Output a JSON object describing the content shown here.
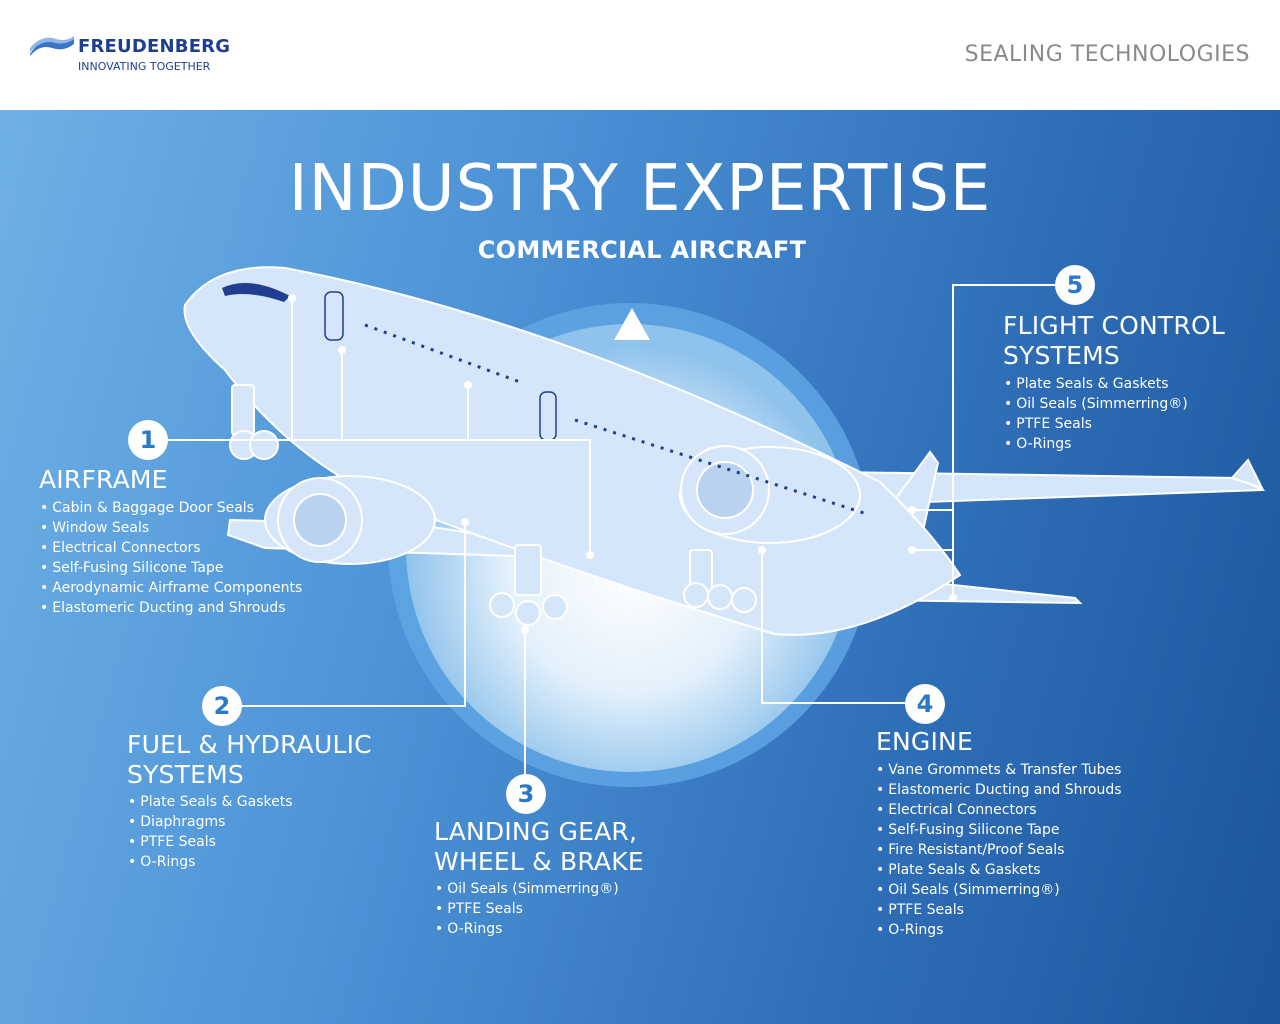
{
  "header": {
    "brand_name": "FREUDENBERG",
    "brand_tagline": "INNOVATING TOGETHER",
    "division": "SEALING TECHNOLOGIES"
  },
  "colors": {
    "brand_blue": "#1f3e8f",
    "background_light": "#6eb0e6",
    "background_dark": "#1b559a",
    "badge_text": "#2a78c7"
  },
  "title": "INDUSTRY EXPERTISE",
  "subtitle": "COMMERCIAL AIRCRAFT",
  "sections": [
    {
      "number": "1",
      "title_lines": [
        "AIRFRAME"
      ],
      "items": [
        "Cabin & Baggage Door Seals",
        "Window Seals",
        "Electrical Connectors",
        "Self-Fusing Silicone Tape",
        "Aerodynamic Airframe Components",
        "Elastomeric Ducting and Shrouds"
      ]
    },
    {
      "number": "2",
      "title_lines": [
        "FUEL & HYDRAULIC",
        "SYSTEMS"
      ],
      "items": [
        "Plate Seals & Gaskets",
        "Diaphragms",
        "PTFE Seals",
        "O-Rings"
      ]
    },
    {
      "number": "3",
      "title_lines": [
        "LANDING GEAR,",
        "WHEEL & BRAKE"
      ],
      "items": [
        "Oil Seals (Simmerring®)",
        "PTFE Seals",
        "O-Rings"
      ]
    },
    {
      "number": "4",
      "title_lines": [
        "ENGINE"
      ],
      "items": [
        "Vane Grommets & Transfer Tubes",
        "Elastomeric Ducting and Shrouds",
        "Electrical Connectors",
        "Self-Fusing Silicone Tape",
        "Fire Resistant/Proof Seals",
        "Plate Seals & Gaskets",
        "Oil Seals (Simmerring®)",
        "PTFE Seals",
        "O-Rings"
      ]
    },
    {
      "number": "5",
      "title_lines": [
        "FLIGHT CONTROL",
        "SYSTEMS"
      ],
      "items": [
        "Plate Seals & Gaskets",
        "Oil Seals (Simmerring®)",
        "PTFE Seals",
        "O-Rings"
      ]
    }
  ]
}
